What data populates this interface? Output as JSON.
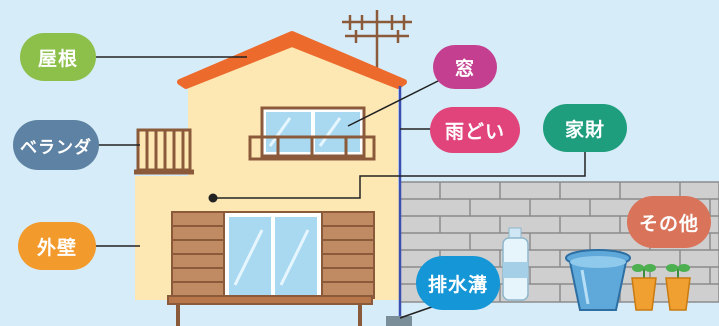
{
  "labels": {
    "roof": {
      "text": "屋根",
      "color": "#8cc04b"
    },
    "balcony": {
      "text": "ベランダ",
      "color": "#5d82a3"
    },
    "outer_wall": {
      "text": "外壁",
      "color": "#f39a2c"
    },
    "window": {
      "text": "窓",
      "color": "#c43f8f"
    },
    "gutter": {
      "text": "雨どい",
      "color": "#e0447a"
    },
    "household_goods": {
      "text": "家財",
      "color": "#1f9e7e"
    },
    "drain": {
      "text": "排水溝",
      "color": "#1596d6"
    },
    "other": {
      "text": "その他",
      "color": "#d9745a"
    }
  },
  "colors": {
    "background": "#d6ecf8",
    "wall": "#fde8b4",
    "roof": "#ec6a2c",
    "brown": "#8b5a3a",
    "block_wall": "#c7c7c7"
  }
}
